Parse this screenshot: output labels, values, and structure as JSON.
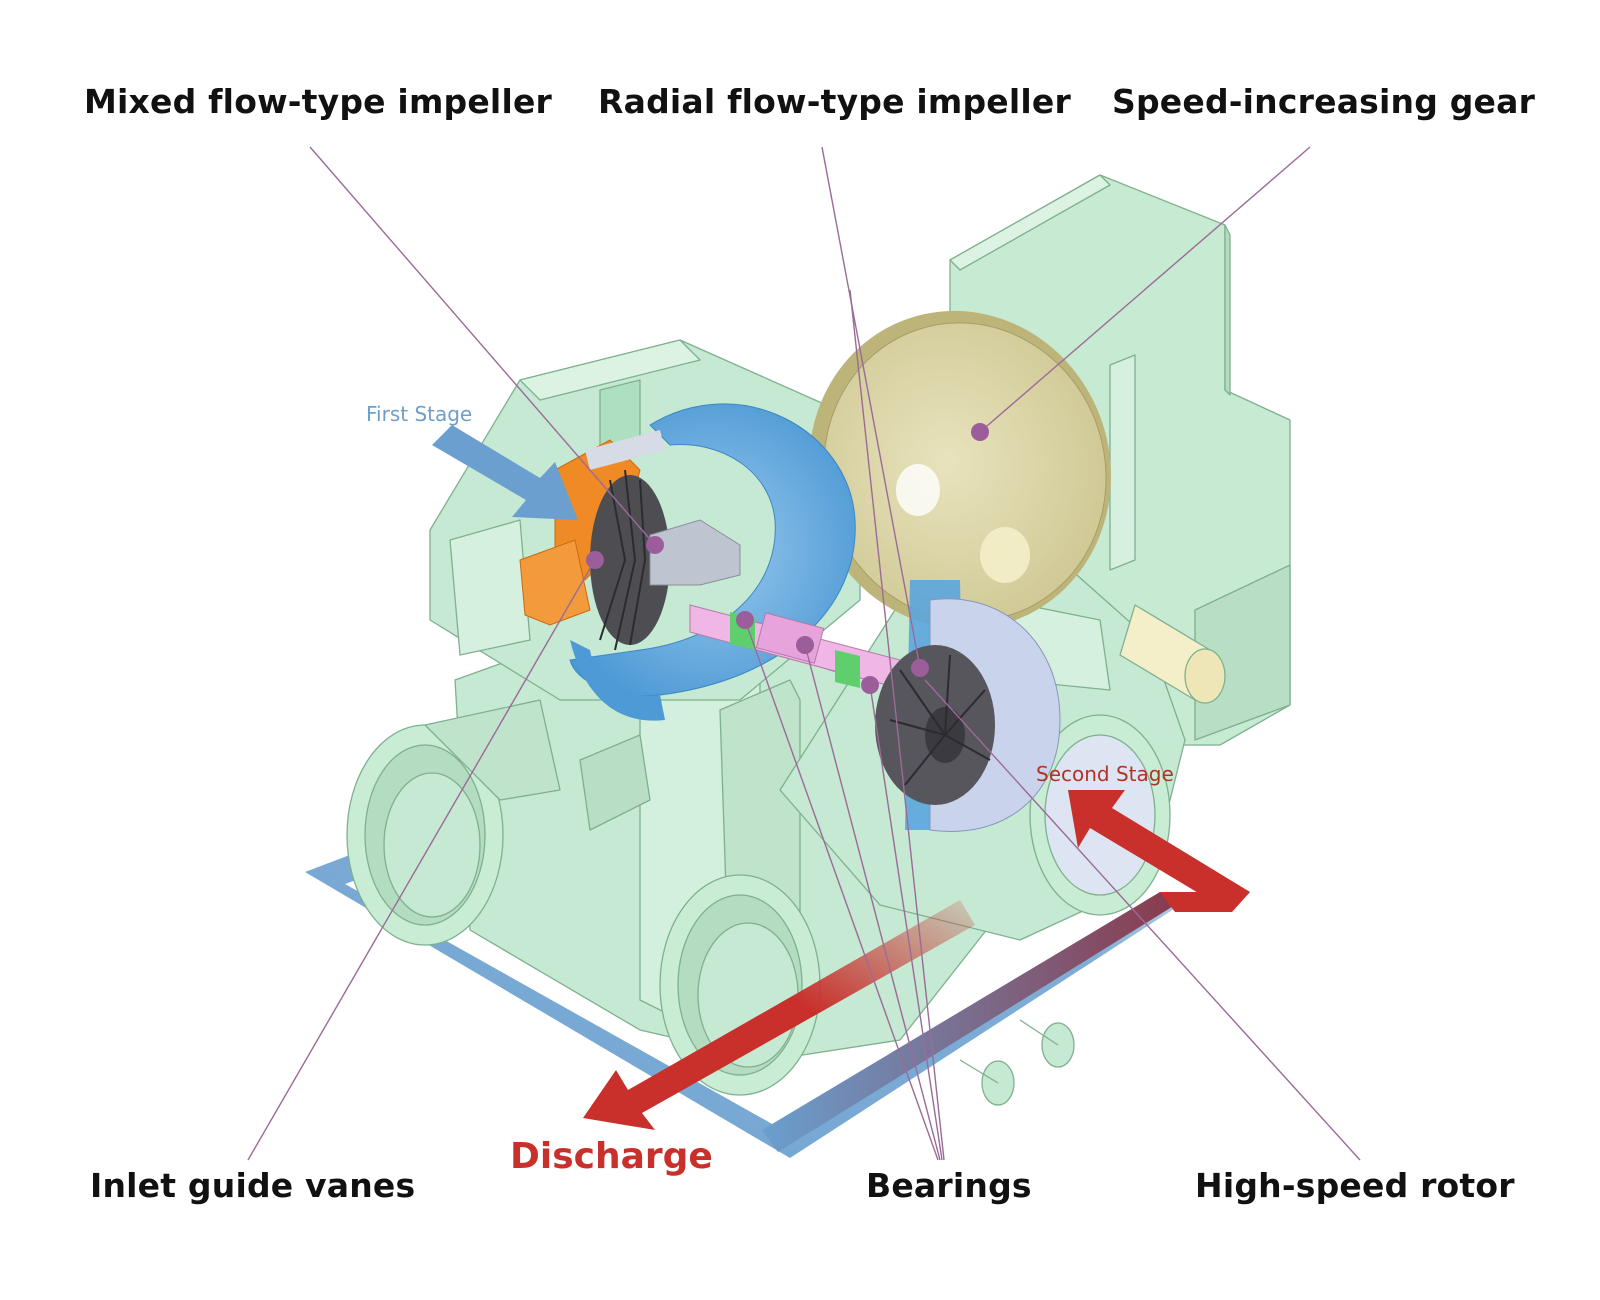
{
  "callouts": {
    "mixed_impeller": "Mixed flow-type impeller",
    "radial_impeller": "Radial flow-type impeller",
    "speed_gear": "Speed-increasing gear",
    "inlet_guide_vanes": "Inlet guide vanes",
    "bearings": "Bearings",
    "high_speed_rotor": "High-speed rotor"
  },
  "flow_labels": {
    "first_stage": "First Stage",
    "second_stage": "Second Stage",
    "discharge": "Discharge"
  },
  "colors": {
    "casing": "#c5e9d2",
    "casing_stroke": "#7fb08f",
    "impeller_blue": "#5ba5dd",
    "gear": "#d9d4a6",
    "inlet_orange": "#f08a25",
    "rotor_pink": "#f0b6e6",
    "first_stage_arrow": "#6a9fcf",
    "discharge_arrow": "#c9302c",
    "leader_line": "#9b6b98",
    "marker": "#9b5e9a"
  }
}
